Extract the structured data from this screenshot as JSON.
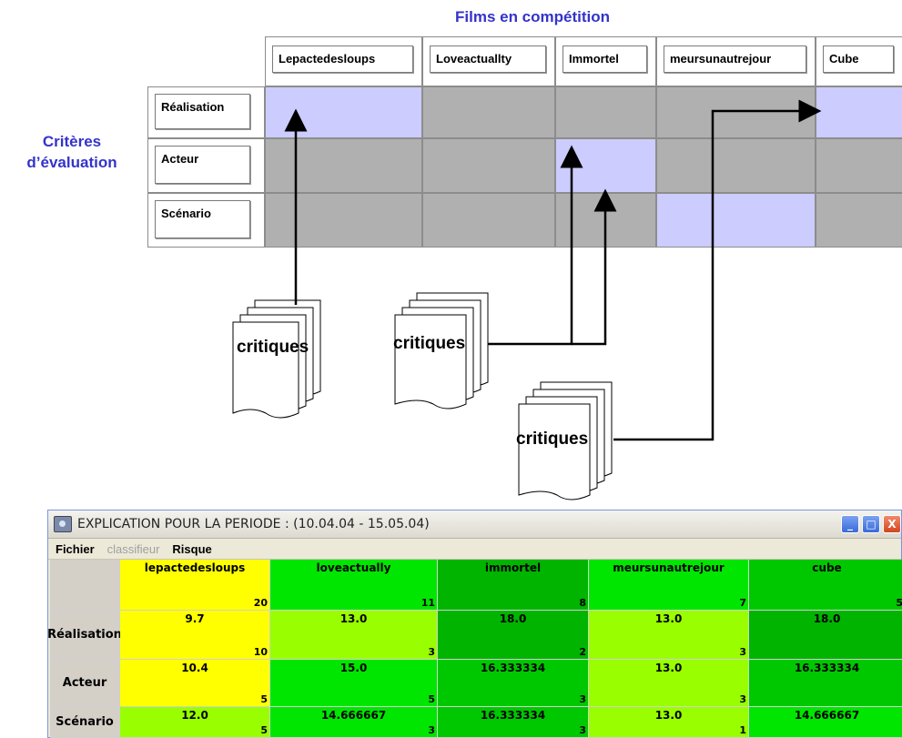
{
  "diagram": {
    "films_title": "Films en compétition",
    "criteria_title_line1": "Critères",
    "criteria_title_line2": "d’évaluation",
    "films": [
      "Lepactedesloups",
      "Loveactuallty",
      "Immortel",
      "meursunautrejour",
      "Cube"
    ],
    "criteria": [
      "Réalisation",
      "Acteur",
      "Scénario"
    ],
    "highlighted": [
      [
        true,
        false,
        false,
        false,
        true
      ],
      [
        false,
        false,
        true,
        false,
        false
      ],
      [
        false,
        false,
        false,
        true,
        false
      ]
    ],
    "documents": [
      "critiques",
      "critiques",
      "critiques"
    ]
  },
  "window": {
    "title": "EXPLICATION POUR LA PERIODE : (10.04.04 - 15.05.04)",
    "menu": {
      "fichier": "Fichier",
      "classifieur": "classifieur",
      "risque": "Risque"
    },
    "buttons": {
      "minimize": "_",
      "maximize": "□",
      "close": "X"
    },
    "columns": [
      {
        "name": "lepactedesloups",
        "count": "20",
        "color": "#ffff00"
      },
      {
        "name": "loveactually",
        "count": "11",
        "color": "#00e600"
      },
      {
        "name": "immortel",
        "count": "8",
        "color": "#00b400"
      },
      {
        "name": "meursunautrejour",
        "count": "7",
        "color": "#00e600"
      },
      {
        "name": "cube",
        "count": "5",
        "color": "#00c800"
      }
    ],
    "rows": [
      {
        "label": "Réalisation",
        "cells": [
          {
            "value": "9.7",
            "count": "10",
            "color": "#ffff00"
          },
          {
            "value": "13.0",
            "count": "3",
            "color": "#99ff00"
          },
          {
            "value": "18.0",
            "count": "2",
            "color": "#00b400"
          },
          {
            "value": "13.0",
            "count": "3",
            "color": "#99ff00"
          },
          {
            "value": "18.0",
            "count": "",
            "color": "#00b400"
          }
        ]
      },
      {
        "label": "Acteur",
        "cells": [
          {
            "value": "10.4",
            "count": "5",
            "color": "#ffff00"
          },
          {
            "value": "15.0",
            "count": "5",
            "color": "#00e600"
          },
          {
            "value": "16.333334",
            "count": "3",
            "color": "#00c800"
          },
          {
            "value": "13.0",
            "count": "3",
            "color": "#99ff00"
          },
          {
            "value": "16.333334",
            "count": "",
            "color": "#00c800"
          }
        ]
      },
      {
        "label": "Scénario",
        "cells": [
          {
            "value": "12.0",
            "count": "5",
            "color": "#99ff00"
          },
          {
            "value": "14.666667",
            "count": "3",
            "color": "#00e600"
          },
          {
            "value": "16.333334",
            "count": "3",
            "color": "#00c800"
          },
          {
            "value": "13.0",
            "count": "1",
            "color": "#99ff00"
          },
          {
            "value": "14.666667",
            "count": "",
            "color": "#00e600"
          }
        ]
      }
    ]
  }
}
